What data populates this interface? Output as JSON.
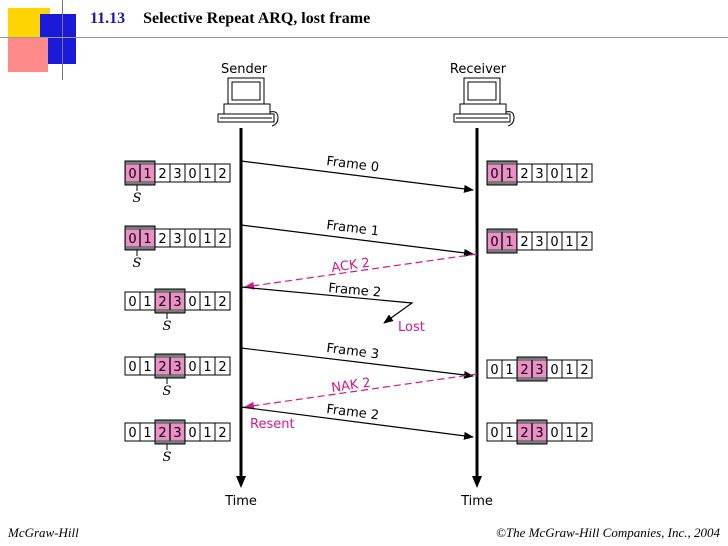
{
  "title": {
    "number": "11.13",
    "text": "Selective Repeat ARQ, lost frame"
  },
  "sender_label": "Sender",
  "receiver_label": "Receiver",
  "time_label": "Time",
  "window_marker": "S",
  "sequence": [
    "0",
    "1",
    "2",
    "3",
    "0",
    "1",
    "2"
  ],
  "sender_windows": [
    {
      "window_start": 0,
      "window_size": 2
    },
    {
      "window_start": 0,
      "window_size": 2
    },
    {
      "window_start": 2,
      "window_size": 2
    },
    {
      "window_start": 2,
      "window_size": 2
    },
    {
      "window_start": 2,
      "window_size": 2
    }
  ],
  "receiver_windows": [
    {
      "window_start": 0,
      "window_size": 2
    },
    {
      "window_start": 0,
      "window_size": 2
    },
    {
      "window_start": 2,
      "window_size": 2
    },
    {
      "window_start": 2,
      "window_size": 2
    }
  ],
  "messages": [
    {
      "label": "Frame 0",
      "kind": "frame"
    },
    {
      "label": "Frame 1",
      "kind": "frame"
    },
    {
      "label": "ACK 2",
      "kind": "control"
    },
    {
      "label": "Frame 2",
      "kind": "lost",
      "note": "Lost"
    },
    {
      "label": "Frame 3",
      "kind": "frame"
    },
    {
      "label": "NAK 2",
      "kind": "control"
    },
    {
      "label": "Frame 2",
      "kind": "resent",
      "note": "Resent"
    }
  ],
  "footer": {
    "left": "McGraw-Hill",
    "right": "©The McGraw-Hill Companies, Inc., 2004"
  },
  "colors": {
    "highlight": "#f08cc8",
    "window": "#7a7a7a",
    "control": "#d9168a",
    "title_number": "#1a1aa6"
  }
}
